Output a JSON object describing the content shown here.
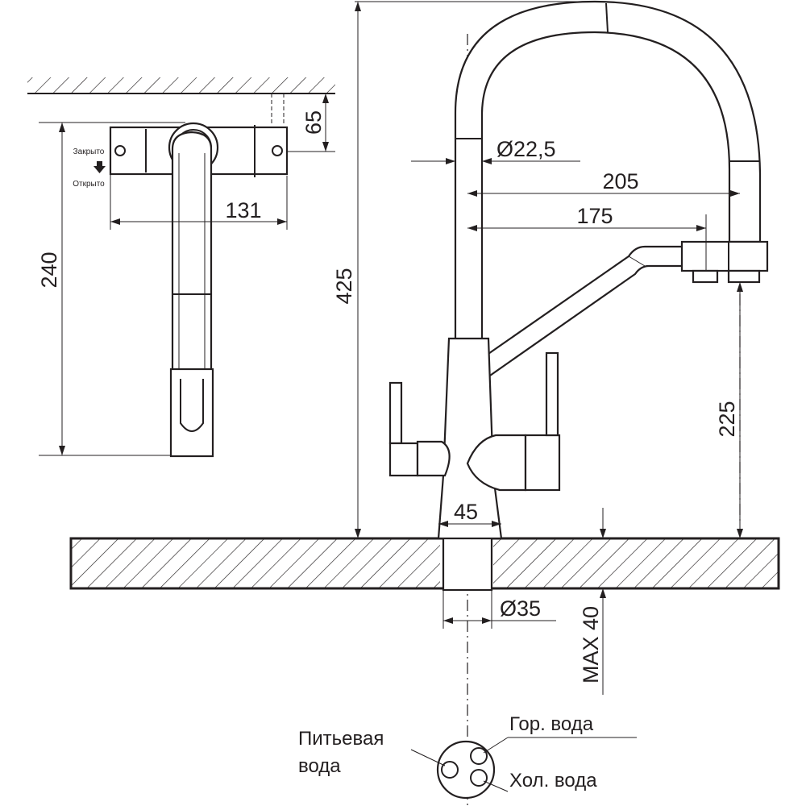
{
  "dimensions": {
    "height_total": "425",
    "spout_diameter": "Ø22,5",
    "reach_spout": "205",
    "reach_filter": "175",
    "spout_height": "225",
    "base_width": "45",
    "shank_diameter": "Ø35",
    "max_thickness": "MAX 40",
    "top_height": "240",
    "top_width": "131",
    "top_offset": "65"
  },
  "handle_labels": {
    "closed": "Закрыто",
    "open": "Открыто"
  },
  "connections": {
    "drinking_line1": "Питьевая",
    "drinking_line2": "вода",
    "hot": "Гор. вода",
    "cold": "Хол. вода"
  },
  "icons": {
    "direction_arrow": "arrow-down-icon"
  },
  "colors": {
    "line": "#231f20",
    "background": "#ffffff"
  }
}
